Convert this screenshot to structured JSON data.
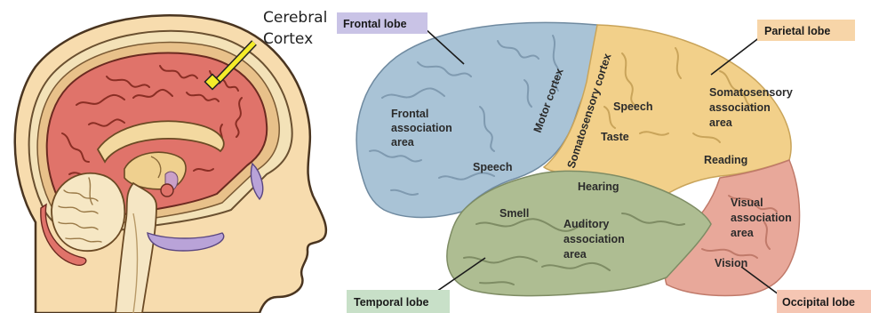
{
  "left_figure": {
    "callout_line1": "Cerebral",
    "callout_line2": "Cortex"
  },
  "right_figure": {
    "lobe_tags": {
      "frontal": "Frontal lobe",
      "parietal": "Parietal lobe",
      "temporal": "Temporal lobe",
      "occipital": "Occipital lobe"
    },
    "regions": {
      "frontal_assoc": [
        "Frontal",
        "association",
        "area"
      ],
      "speech_frontal": "Speech",
      "motor_cortex": "Motor cortex",
      "somatosensory_cortex": "Somatosensory cortex",
      "speech_parietal": "Speech",
      "taste": "Taste",
      "somato_assoc": [
        "Somatosensory",
        "association",
        "area"
      ],
      "reading": "Reading",
      "hearing": "Hearing",
      "smell": "Smell",
      "auditory_assoc": [
        "Auditory",
        "association",
        "area"
      ],
      "visual_assoc": [
        "Visual",
        "association",
        "area"
      ],
      "vision": "Vision"
    },
    "colors": {
      "frontal": "#a9c3d6",
      "parietal": "#f2d08a",
      "temporal": "#aebd92",
      "occipital": "#e8a89a",
      "frontal_tag": "#c9c3e6",
      "parietal_tag": "#f7d5a8",
      "temporal_tag": "#c8e0c8",
      "occipital_tag": "#f5c6b3"
    }
  }
}
